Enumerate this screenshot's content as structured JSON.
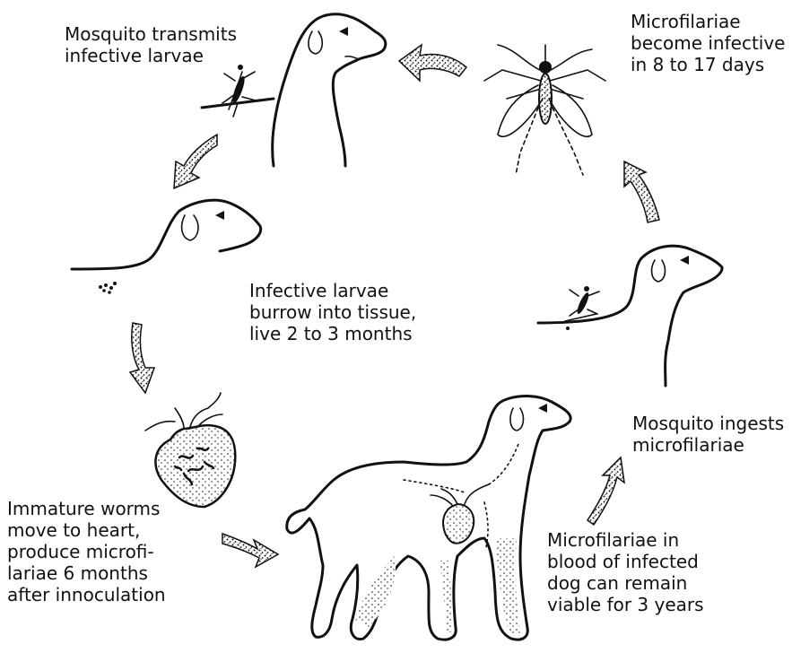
{
  "labels": {
    "mosquito_transmits": [
      "Mosquito transmits",
      "infective larvae"
    ],
    "become_infective": [
      "Microfilariae",
      "become infective",
      "in 8 to 17 days"
    ],
    "burrow": [
      "Infective larvae",
      "burrow into tissue,",
      "live 2 to 3 months"
    ],
    "mosquito_ingests": [
      "Mosquito ingests",
      "microfilariae"
    ],
    "immature_worms": [
      "Immature worms",
      "move to heart,",
      "produce microfi-",
      "lariae 6 months",
      "after innoculation"
    ],
    "microfilariae_blood": [
      "Microfilariae in",
      "blood of infected",
      "dog can remain",
      "viable for 3 years"
    ]
  },
  "colors": {
    "ink": "#111111",
    "background": "#ffffff"
  },
  "icons": [
    "dog-head",
    "mosquito",
    "heart",
    "cycle-arrow",
    "dog-full"
  ]
}
